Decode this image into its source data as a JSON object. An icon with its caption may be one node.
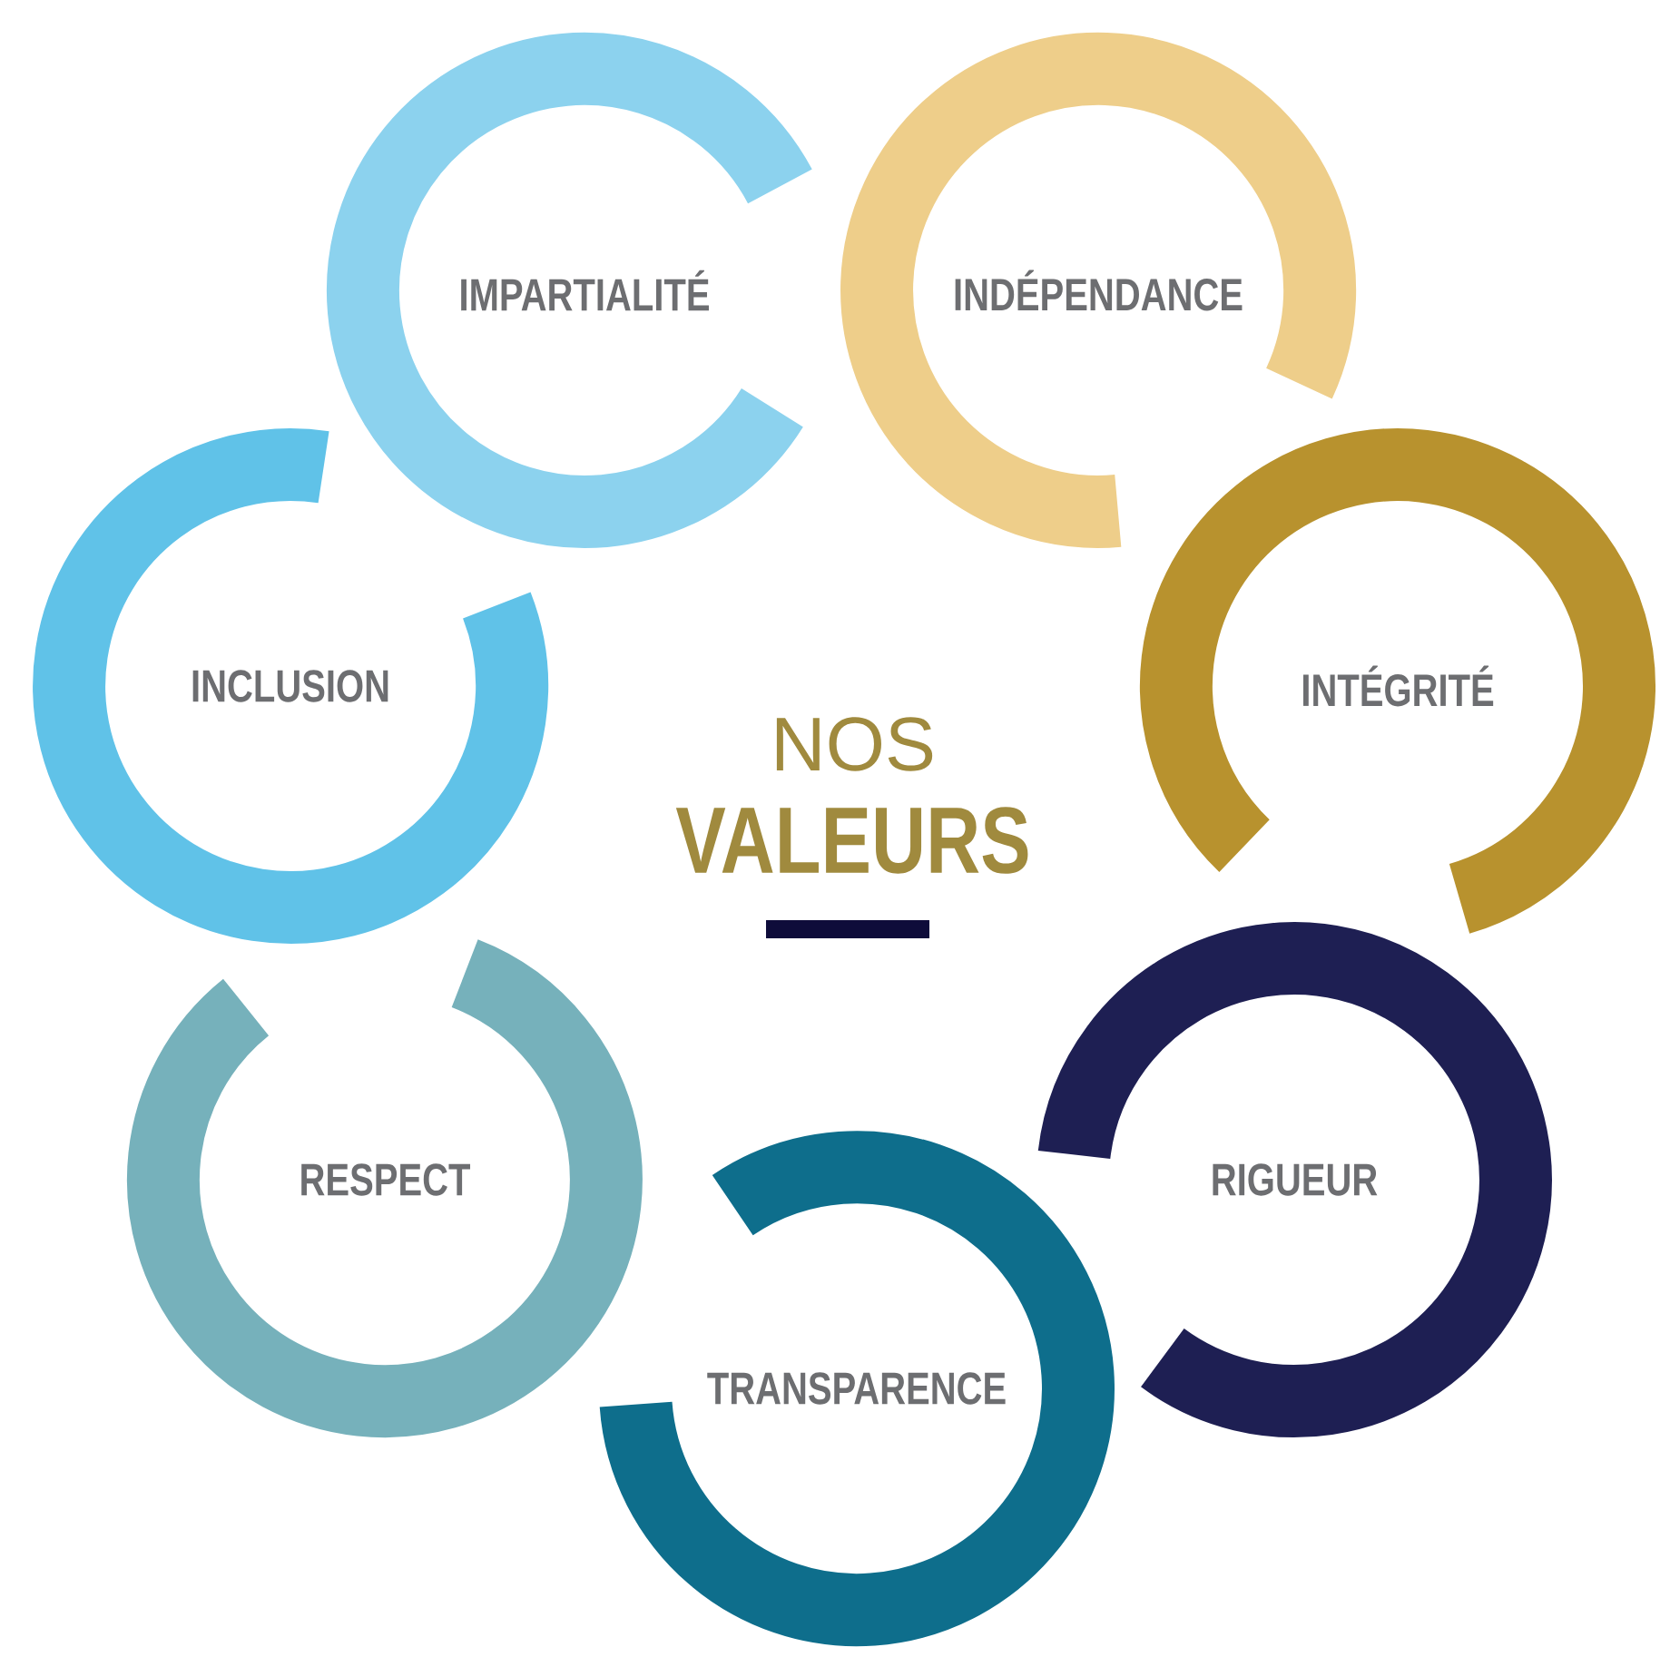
{
  "diagram": {
    "nodes": [
      {
        "text": [
          "IMPARTIALITÉ"
        ]
      },
      {
        "text": [
          "INDÉPENDANCE"
        ]
      },
      {
        "text": [
          "INTÉGRITÉ"
        ]
      },
      {
        "text": [
          "RIGUEUR"
        ]
      },
      {
        "text": [
          "TRANSPARENCE"
        ]
      },
      {
        "text": [
          "RESPECT"
        ]
      },
      {
        "text": [
          "INCLUSION"
        ]
      }
    ],
    "labels": [
      "NOS",
      "VALEURS"
    ]
  }
}
